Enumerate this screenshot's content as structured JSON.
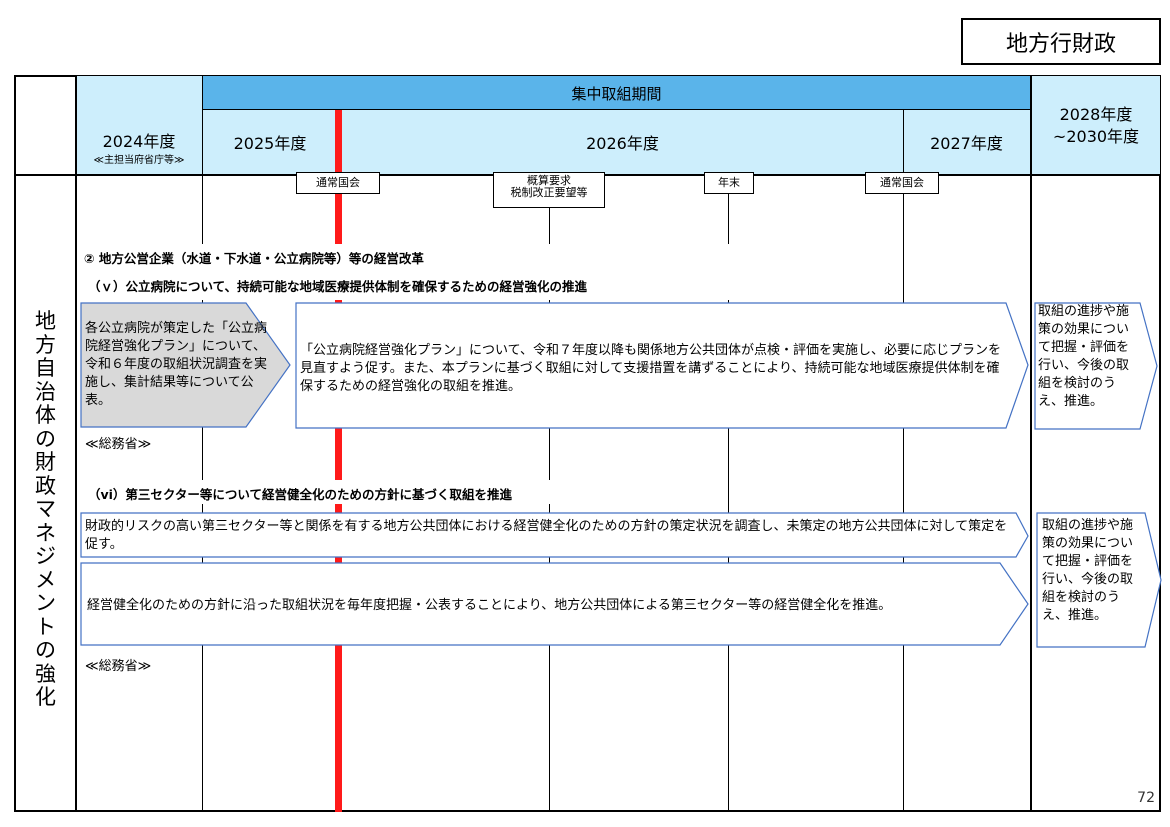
{
  "tag": "地方行財政",
  "header": {
    "focus_period": "集中取組期間",
    "fy2024": "2024年度",
    "fy2024_sub": "≪主担当府省庁等≫",
    "fy2025": "2025年度",
    "fy2026": "2026年度",
    "fy2027": "2027年度",
    "fy2028_line1": "2028年度",
    "fy2028_line2": "~2030年度"
  },
  "left_title": [
    "地",
    "方",
    "自",
    "治",
    "体",
    "の",
    "財",
    "政",
    "マ",
    "ネ",
    "ジ",
    "メ",
    "ン",
    "ト",
    "の",
    "強",
    "化"
  ],
  "events": {
    "diet1": "通常国会",
    "budget_line1": "概算要求",
    "budget_line2": "税制改正要望等",
    "year_end": "年末",
    "diet2": "通常国会"
  },
  "section2": {
    "title": "② 地方公営企業（水道・下水道・公立病院等）等の経営改革",
    "sub_v": "（ｖ）公立病院について、持続可能な地域医療提供体制を確保するための経営強化の推進",
    "box_2024": "各公立病院が策定した「公立病院経営強化プラン」について、令和６年度の取組状況調査を実施し、集計結果等について公表。",
    "box_main": "「公立病院経営強化プラン」について、令和７年度以降も関係地方公共団体が点検・評価を実施し、必要に応じプランを見直すよう促す。また、本プランに基づく取組に対して支援措置を講ずることにより、持続可能な地域医療提供体制を確保するための経営強化の取組を推進。",
    "ministry1": "≪総務省≫",
    "box_side1": "取組の進捗や施策の効果について把握・評価を行い、今後の取組を検討のうえ、推進。",
    "sub_vi": "（vi）第三セクター等について経営健全化のための方針に基づく取組を推進",
    "box_vi1": "財政的リスクの高い第三セクター等と関係を有する地方公共団体における経営健全化のための方針の策定状況を調査し、未策定の地方公共団体に対して策定を促す。",
    "box_vi2": "経営健全化のための方針に沿った取組状況を毎年度把握・公表することにより、地方公共団体による第三セクター等の経営健全化を推進。",
    "ministry2": "≪総務省≫",
    "box_side2": "取組の進捗や施策の効果について把握・評価を行い、今後の取組を検討のうえ、推進。"
  },
  "page_number": "72",
  "colors": {
    "header_light": "#cdeefc",
    "header_dark": "#5ab4ea",
    "red_line": "#ff1a1a",
    "arrow_border": "#4472c4",
    "gray_fill": "#d9d9d9"
  }
}
